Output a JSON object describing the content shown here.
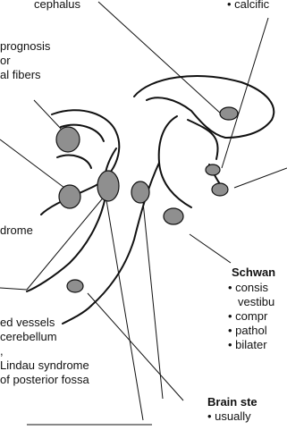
{
  "labels": {
    "top_left_fragment": "cephalus",
    "top_right_bullet": "• calcific",
    "prognosis": "prognosis",
    "or": "or",
    "fibers": "al fibers",
    "syndrome": "drome",
    "schwannoma_title": "Schwan",
    "schwannoma_b1a": "• consis",
    "schwannoma_b1b": "vestibu",
    "schwannoma_b2": "• compr",
    "schwannoma_b3": "• pathol",
    "schwannoma_b4": "• bilater",
    "vessels": "ed vessels",
    "cerebellum": "cerebellum",
    "comma": ",",
    "vhl": "Lindau syndrome",
    "fossa": "of posterior fossa",
    "brainstem_title": "Brain ste",
    "brainstem_b1": "• usually"
  },
  "colors": {
    "lesion_fill": "#8f8f8f",
    "outline": "#111111",
    "line": "#111111"
  }
}
